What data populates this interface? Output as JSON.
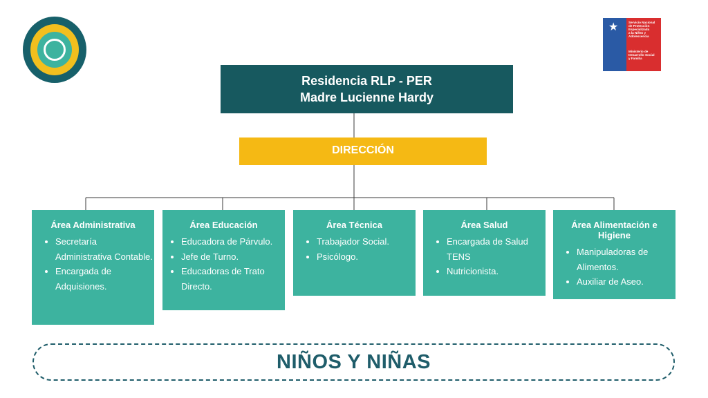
{
  "header": {
    "title_line1": "Residencia RLP - PER",
    "title_line2": "Madre Lucienne Hardy"
  },
  "gov_logo": {
    "text_top": "Servicio Nacional\nde Protección\nEspecializada\na la Niñez y\nAdolescencia",
    "text_bottom": "Ministerio de\nDesarrollo Social\ny Familia"
  },
  "direccion": {
    "label": "DIRECCIÓN"
  },
  "areas": [
    {
      "title": "Área Administrativa",
      "items": [
        "Secretaría Administrativa Contable.",
        "Encargada de Adquisiones."
      ]
    },
    {
      "title": "Área Educación",
      "items": [
        "Educadora de Párvulo.",
        "Jefe de Turno.",
        "Educadoras de Trato Directo."
      ]
    },
    {
      "title": "Área Técnica",
      "items": [
        "Trabajador Social.",
        "Psicólogo."
      ]
    },
    {
      "title": "Área Salud",
      "items": [
        "Encargada de Salud TENS",
        "Nutricionista."
      ]
    },
    {
      "title": "Área Alimentación e Higiene",
      "items": [
        "Manipuladoras de Alimentos.",
        "Auxiliar de Aseo."
      ]
    }
  ],
  "footer": {
    "label": "NIÑOS Y NIÑAS"
  },
  "colors": {
    "teal_dark": "#17595f",
    "teal": "#3db39f",
    "yellow": "#f5b914",
    "footer_text": "#1f5d6a"
  }
}
